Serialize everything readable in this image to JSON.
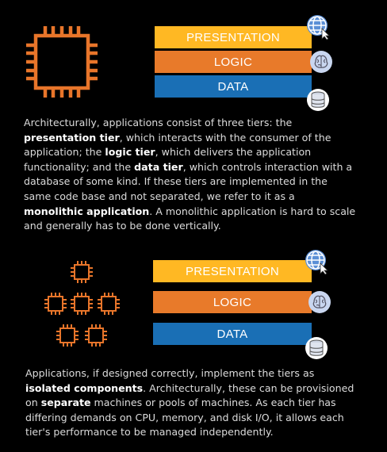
{
  "colors": {
    "presentation": "#FFB823",
    "logic": "#E87A2A",
    "data": "#1A6FB5",
    "chip": "#E8752A",
    "icon_light": "#5B8FD6"
  },
  "monolith": {
    "tiers": [
      {
        "label": "PRESENTATION",
        "icon": "globe-cursor-icon"
      },
      {
        "label": "LOGIC",
        "icon": "brain-icon"
      },
      {
        "label": "DATA",
        "icon": "database-icon"
      }
    ],
    "para": {
      "t1": "Architecturally, applications consist of three tiers: the ",
      "b1": "presentation tier",
      "t2": ", which interacts with the consumer of the application; the ",
      "b2": "logic tier",
      "t3": ", which delivers the application functionality; and the ",
      "b3": "data tier",
      "t4": ", which controls interaction with a database of some kind. If these tiers are implemented in the same code base and not separated, we refer to it as a ",
      "b4": "monolithic application",
      "t5": ". A monolithic application is hard to scale and generally has to be done vertically."
    }
  },
  "distributed": {
    "tiers": [
      {
        "label": "PRESENTATION",
        "icon": "globe-cursor-icon"
      },
      {
        "label": "LOGIC",
        "icon": "brain-icon"
      },
      {
        "label": "DATA",
        "icon": "database-icon"
      }
    ],
    "para": {
      "t1": "Applications, if designed correctly, implement the tiers as ",
      "b1": "isolated components",
      "t2": ". Architecturally, these can be provisioned on ",
      "b2": "separate",
      "t3": " machines or pools of machines. As each tier has differing demands on CPU, memory, and disk I/O, it allows each tier's performance to be managed independently."
    }
  }
}
